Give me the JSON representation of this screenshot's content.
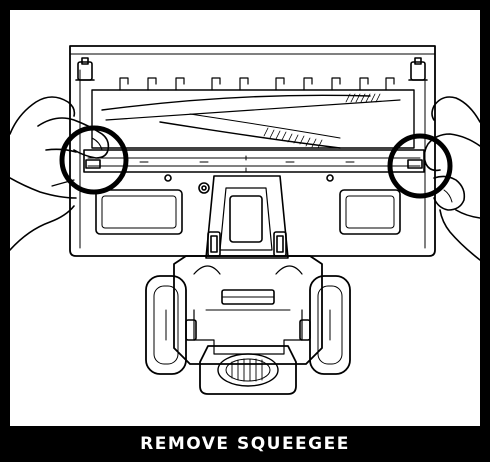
{
  "caption": "REMOVE SQUEEGEE",
  "colors": {
    "frame": "#000000",
    "background": "#ffffff",
    "line": "#000000",
    "caption_text": "#ffffff"
  },
  "illustration": {
    "subject": "vacuum-head-underside",
    "callouts": [
      "left-squeegee-latch",
      "right-squeegee-latch"
    ]
  }
}
